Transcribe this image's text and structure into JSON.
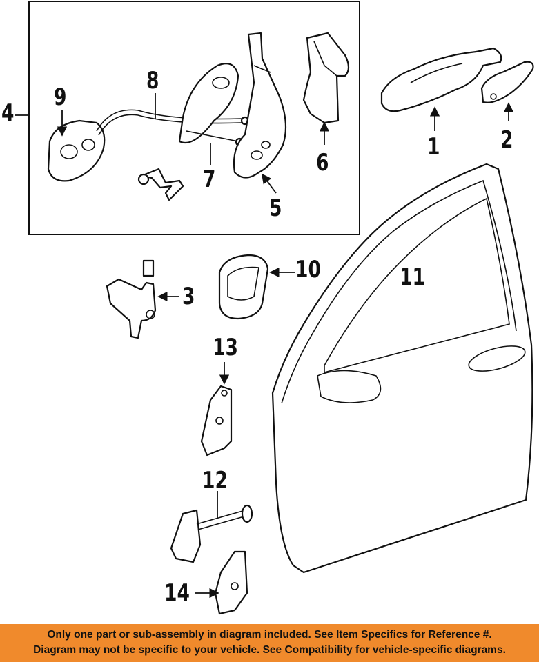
{
  "callouts": {
    "c1": "1",
    "c2": "2",
    "c3": "3",
    "c4": "4",
    "c5": "5",
    "c6": "6",
    "c7": "7",
    "c8": "8",
    "c9": "9",
    "c10": "10",
    "c11": "11",
    "c12": "12",
    "c13": "13",
    "c14": "14"
  },
  "footer": {
    "line1": "Only one part or sub-assembly in diagram included. See Item Specifics for Reference #.",
    "line2": "Diagram may not be specific to your vehicle. See Compatibility for vehicle-specific diagrams."
  },
  "colors": {
    "footer_bg": "#f08a2c",
    "line": "#111111"
  }
}
